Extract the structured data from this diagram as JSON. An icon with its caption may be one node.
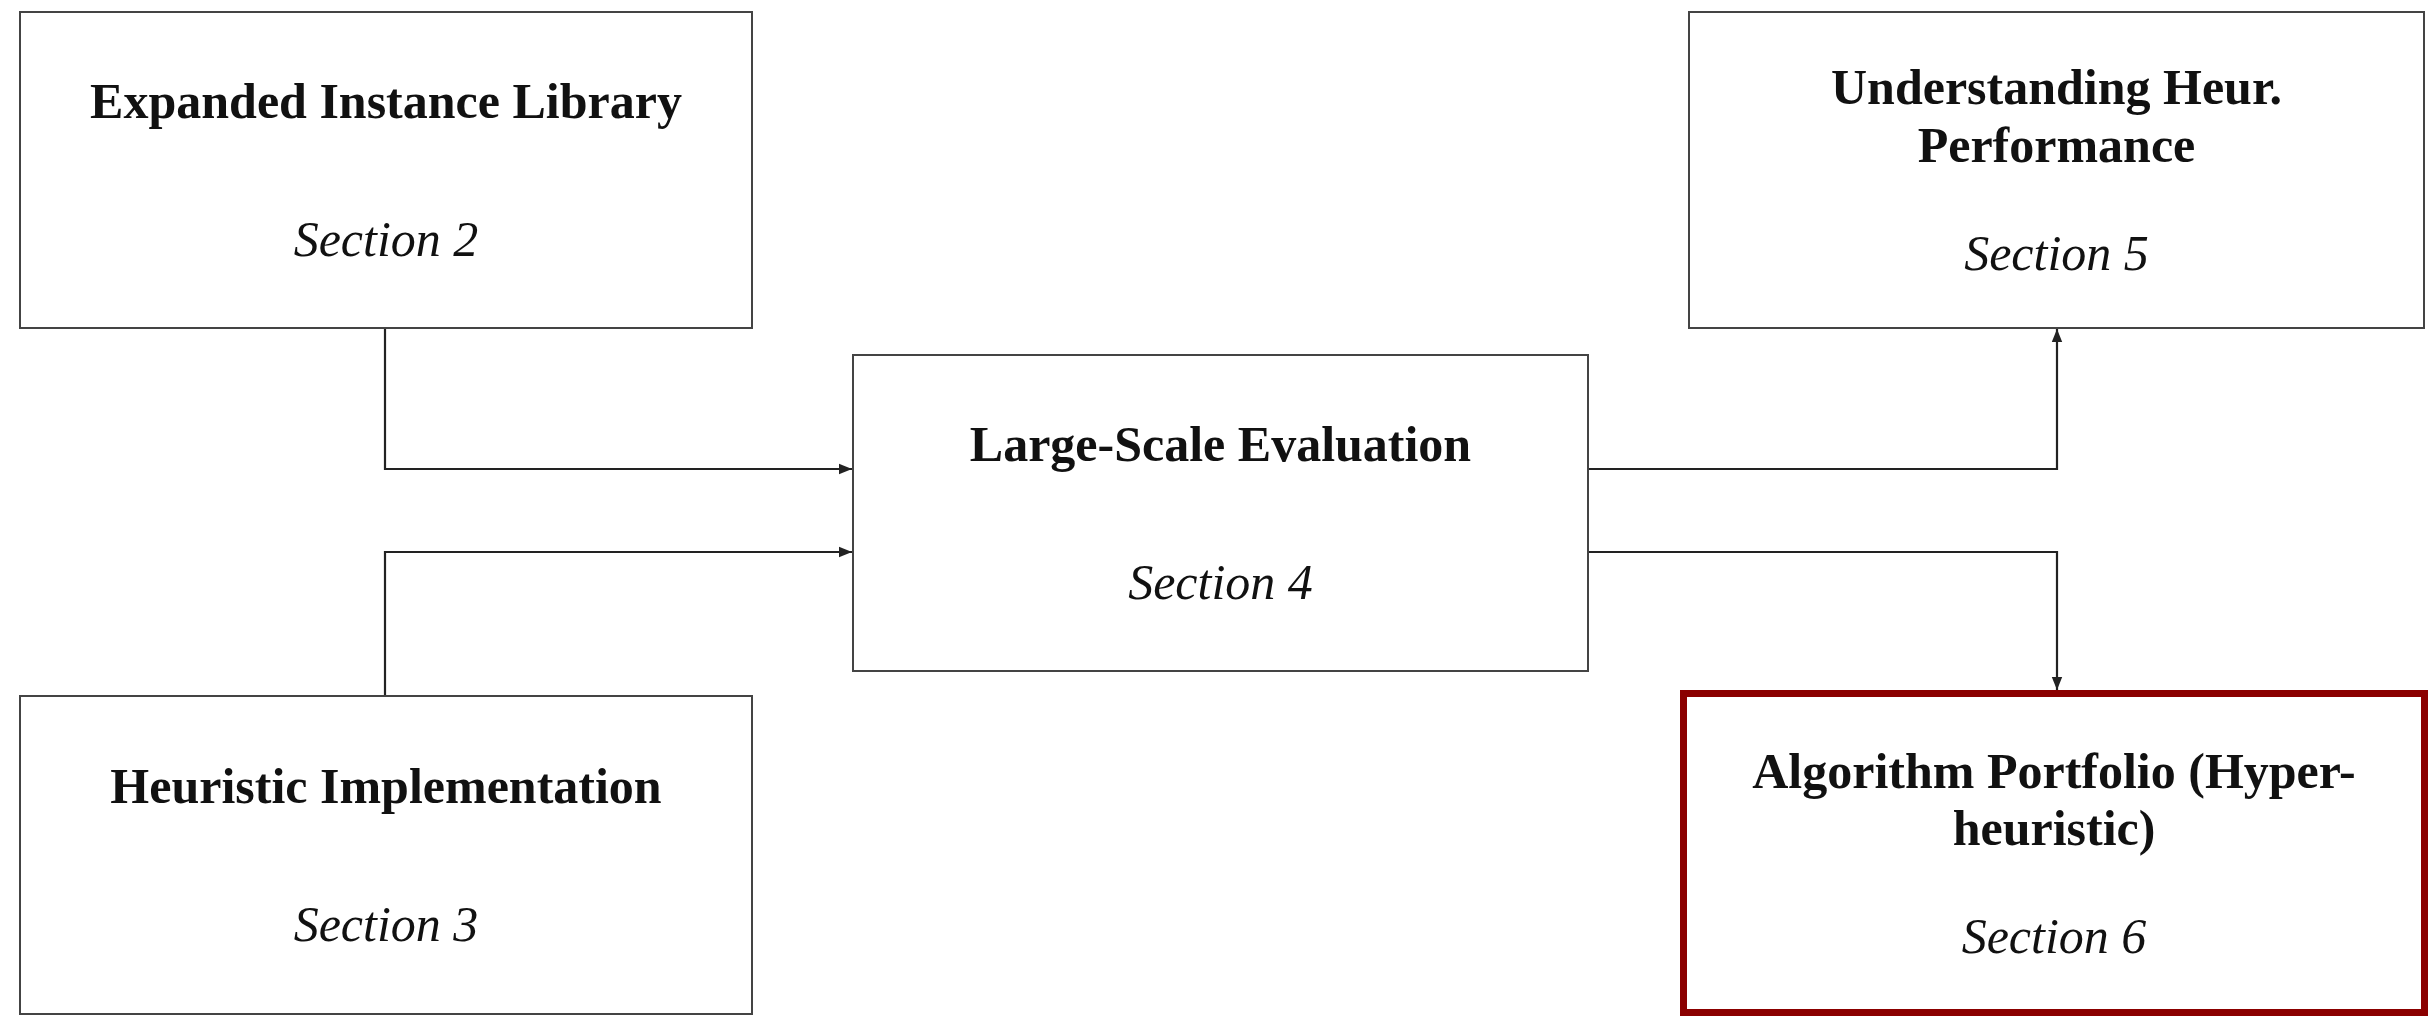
{
  "diagram": {
    "nodes": [
      {
        "text": [
          "Expanded Instance Library",
          "Section 2"
        ]
      },
      {
        "text": [
          "Understanding Heur. Performance",
          "Section 5"
        ]
      },
      {
        "text": [
          "Large-Scale Evaluation",
          "Section 4"
        ]
      },
      {
        "text": [
          "Heuristic Implementation",
          "Section 3"
        ]
      },
      {
        "text": [
          "Algorithm Portfolio (Hyper-heuristic)",
          "Section 6"
        ]
      }
    ],
    "edges": [
      {
        "from": 0,
        "to": 2,
        "arrow": "to"
      },
      {
        "from": 3,
        "to": 2,
        "arrow": "to"
      },
      {
        "from": 2,
        "to": 1,
        "arrow": "to"
      },
      {
        "from": 2,
        "to": 4,
        "arrow": "to"
      }
    ]
  }
}
